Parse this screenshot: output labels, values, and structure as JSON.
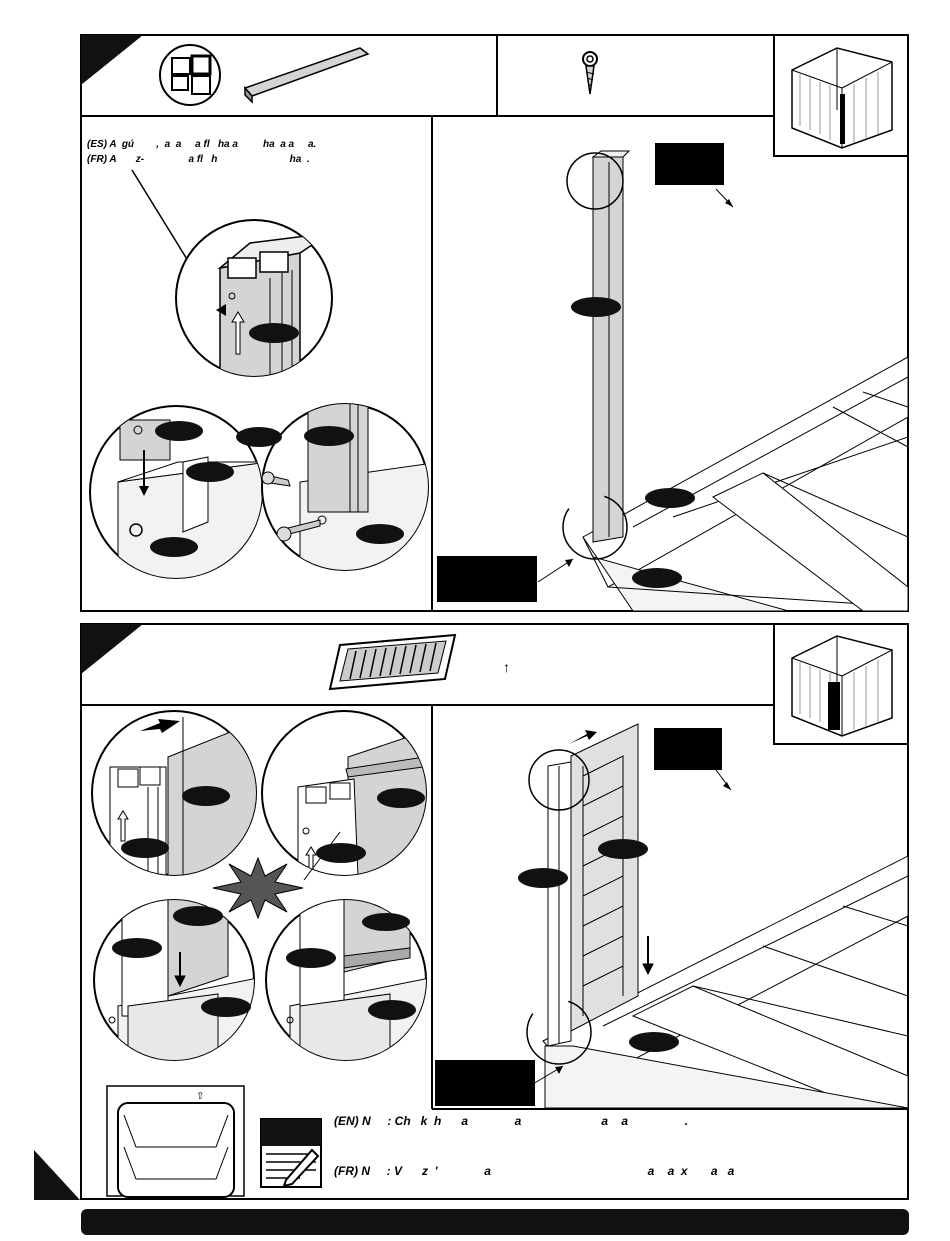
{
  "step1": {
    "note_es": "(ES) A  gú        ,  a  a     a fl   ha a         ha  a a     a.",
    "note_fr": "(FR) A       z-                a fl   h                          ha  ."
  },
  "step2": {
    "arrow_glyph": "↑",
    "note_en": "(EN) N     : Ch   k  h      a              a                        a    a                 .",
    "note_fr": "(FR) N     : V      z  '              a                                               a    a  x       a   a"
  },
  "colors": {
    "ink": "#000000",
    "fill": "#d4d4d4",
    "panel": "#e0e0e0"
  }
}
